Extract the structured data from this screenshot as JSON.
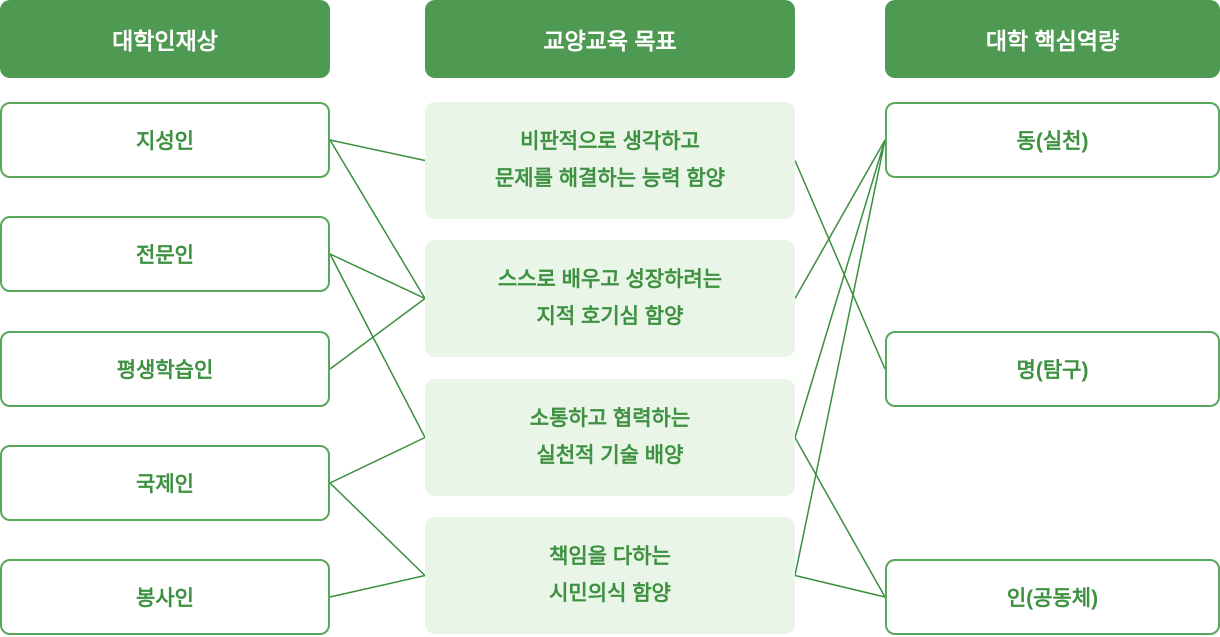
{
  "columns": {
    "talent": {
      "header": "대학인재상",
      "items": [
        "지성인",
        "전문인",
        "평생학습인",
        "국제인",
        "봉사인"
      ]
    },
    "goals": {
      "header": "교양교육 목표",
      "items": [
        "비판적으로 생각하고\n문제를 해결하는 능력 함양",
        "스스로 배우고 성장하려는\n지적 호기심 함양",
        "소통하고 협력하는\n실천적 기술 배양",
        "책임을 다하는\n시민의식 함양"
      ]
    },
    "competency": {
      "header": "대학 핵심역량",
      "items": [
        "동(실천)",
        "명(탐구)",
        "인(공동체)"
      ]
    }
  },
  "colors": {
    "header_bg": "#4e9a52",
    "header_text": "#ffffff",
    "box_border": "#57a85b",
    "box_text": "#3d9141",
    "goal_bg": "#e9f5e6",
    "line": "#3a8f3e"
  },
  "edges": [
    {
      "from": "talent-item-0",
      "to": "goal-item-0"
    },
    {
      "from": "talent-item-0",
      "to": "goal-item-1"
    },
    {
      "from": "talent-item-1",
      "to": "goal-item-1"
    },
    {
      "from": "talent-item-1",
      "to": "goal-item-2"
    },
    {
      "from": "talent-item-2",
      "to": "goal-item-1"
    },
    {
      "from": "talent-item-3",
      "to": "goal-item-2"
    },
    {
      "from": "talent-item-3",
      "to": "goal-item-3"
    },
    {
      "from": "talent-item-4",
      "to": "goal-item-3"
    },
    {
      "from": "goal-item-0",
      "to": "competency-item-1"
    },
    {
      "from": "goal-item-1",
      "to": "competency-item-0"
    },
    {
      "from": "goal-item-2",
      "to": "competency-item-0"
    },
    {
      "from": "goal-item-2",
      "to": "competency-item-2"
    },
    {
      "from": "goal-item-3",
      "to": "competency-item-0"
    },
    {
      "from": "goal-item-3",
      "to": "competency-item-2"
    }
  ]
}
